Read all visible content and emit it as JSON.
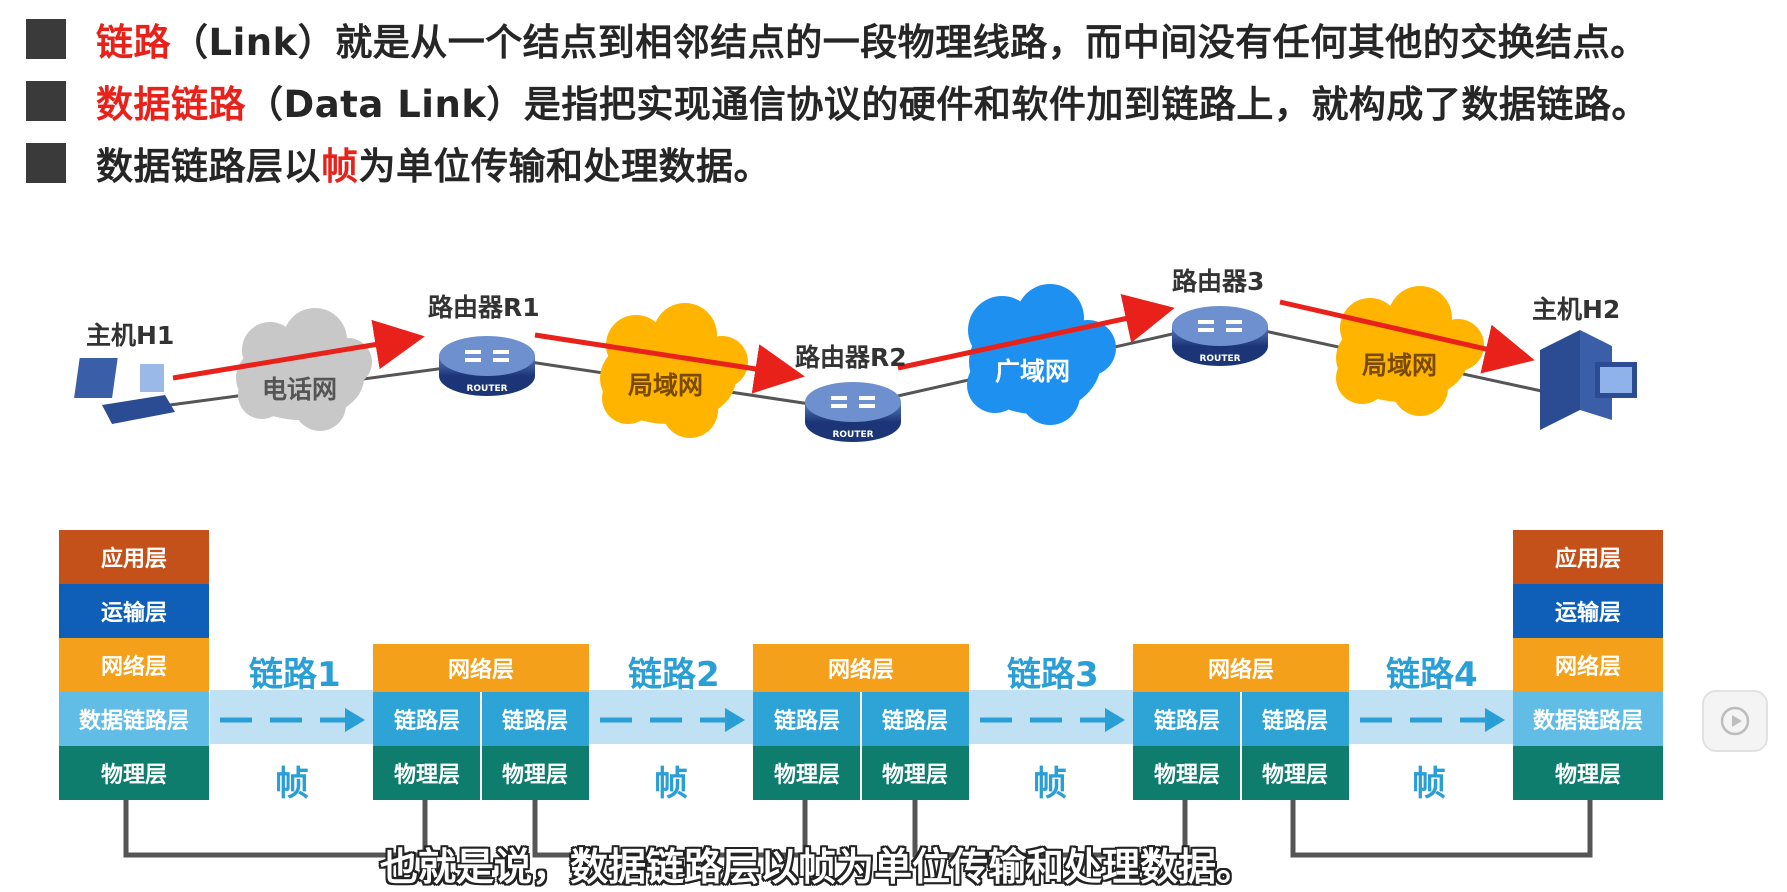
{
  "bullets": [
    {
      "highlight": "链路",
      "rest": "（Link）就是从一个结点到相邻结点的一段物理线路，而中间没有任何其他的交换结点。"
    },
    {
      "highlight": "数据链路",
      "rest": "（Data Link）是指把实现通信协议的硬件和软件加到链路上，就构成了数据链路。"
    },
    {
      "pre": "数据链路层以",
      "highlight": "帧",
      "rest": "为单位传输和处理数据。"
    }
  ],
  "network": {
    "host1": "主机H1",
    "host2": "主机H2",
    "r1": "路由器R1",
    "r2": "路由器R2",
    "r3": "路由器3",
    "router_badge": "ROUTER",
    "cloud1": "电话网",
    "cloud2": "局域网",
    "cloud3": "广域网",
    "cloud4": "局域网",
    "colors": {
      "phone_cloud": "#c8c8c8",
      "lan_cloud": "#ffb400",
      "wan_cloud": "#1e90f0",
      "arrow": "#e8221a"
    }
  },
  "layers": {
    "app": "应用层",
    "transport": "运输层",
    "network": "网络层",
    "datalink": "数据链路层",
    "link_short": "链路层",
    "physical": "物理层"
  },
  "links": [
    "链路1",
    "链路2",
    "链路3",
    "链路4"
  ],
  "frame": "帧",
  "caption": "也就是说，数据链路层以帧为单位传输和处理数据。",
  "icons": [
    "laptop-icon",
    "desktop-icon",
    "router-icon",
    "cloud-icon",
    "play-icon"
  ]
}
